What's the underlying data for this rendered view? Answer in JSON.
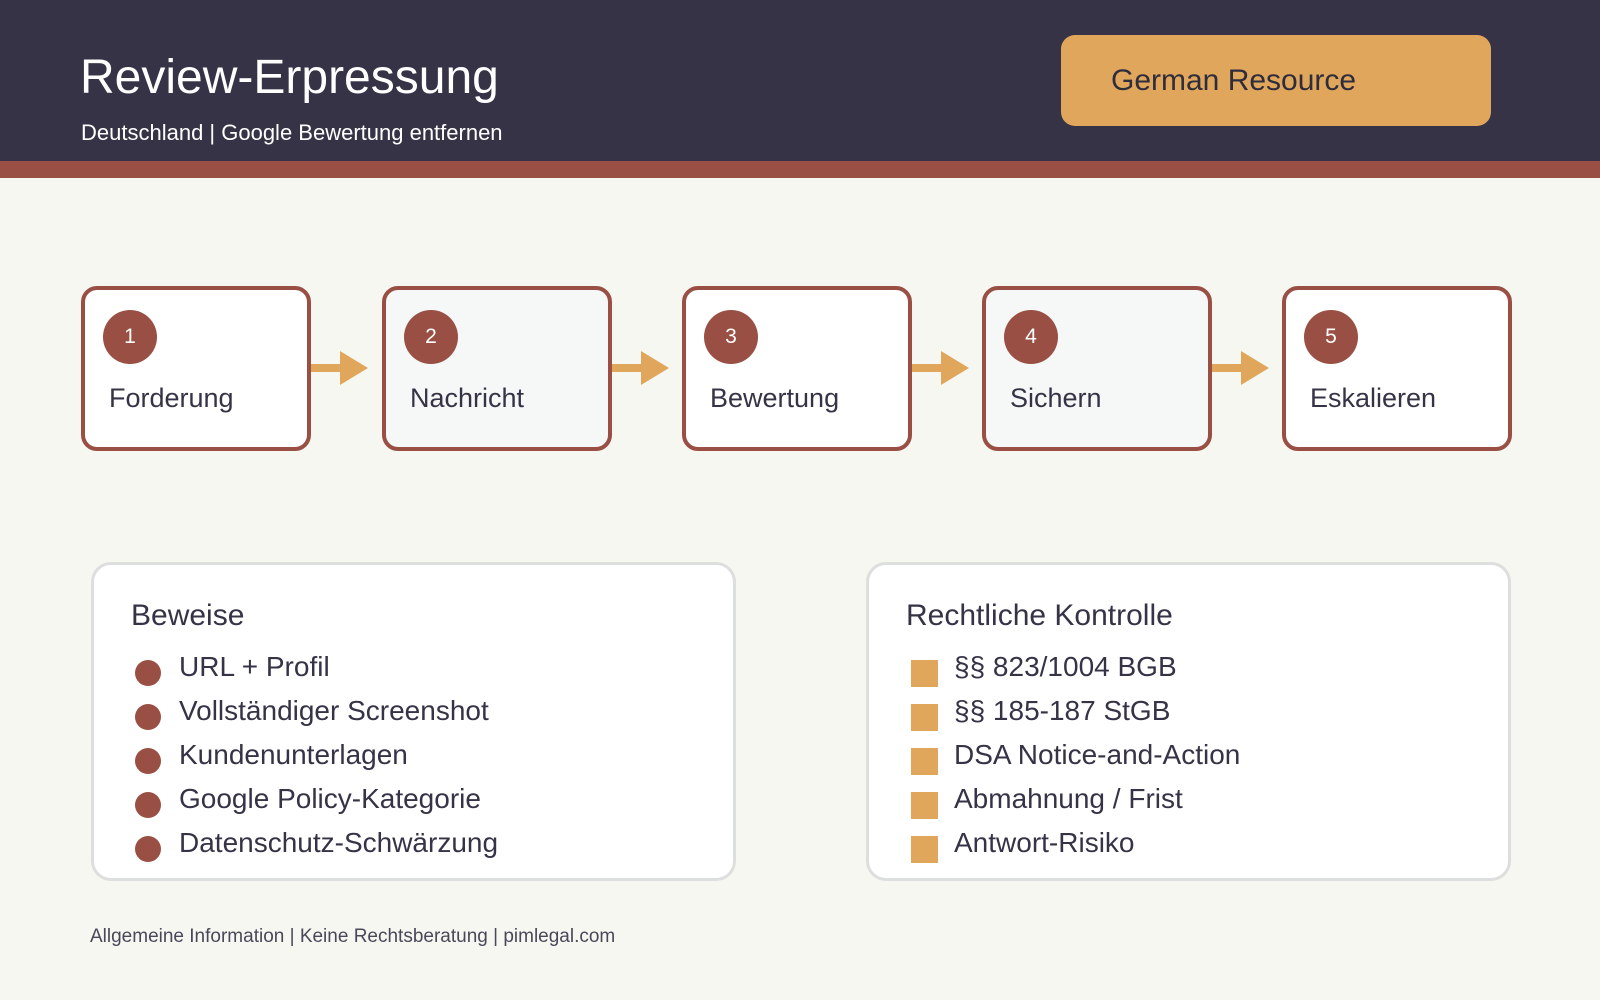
{
  "header": {
    "title": "Review-Erpressung",
    "subtitle": "Deutschland | Google Bewertung entfernen",
    "badge": "German Resource"
  },
  "flow": {
    "steps": [
      {
        "number": "1",
        "label": "Forderung"
      },
      {
        "number": "2",
        "label": "Nachricht"
      },
      {
        "number": "3",
        "label": "Bewertung"
      },
      {
        "number": "4",
        "label": "Sichern"
      },
      {
        "number": "5",
        "label": "Eskalieren"
      }
    ]
  },
  "evidence": {
    "title": "Beweise",
    "items": [
      "URL + Profil",
      "Vollständiger Screenshot",
      "Kundenunterlagen",
      "Google Policy-Kategorie",
      "Datenschutz-Schwärzung"
    ]
  },
  "legal": {
    "title": "Rechtliche Kontrolle",
    "items": [
      "§§ 823/1004 BGB",
      "§§ 185-187 StGB",
      "DSA Notice-and-Action",
      "Abmahnung / Frist",
      "Antwort-Risiko"
    ]
  },
  "footer": {
    "text": "Allgemeine Information | Keine Rechtsberatung | pimlegal.com"
  },
  "colors": {
    "header_bg": "#363346",
    "accent_brown": "#994f43",
    "accent_gold": "#e0a75c",
    "page_bg": "#f7f7f2"
  }
}
